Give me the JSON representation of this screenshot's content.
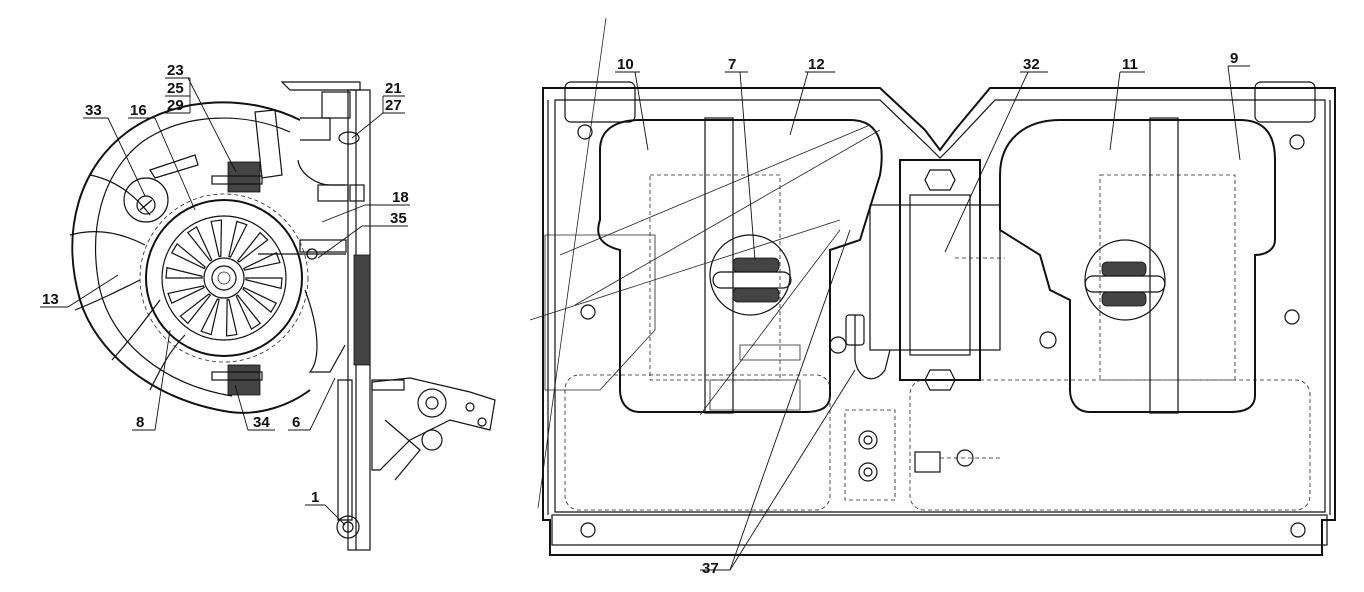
{
  "callouts": {
    "c1": "1",
    "c6": "6",
    "c7": "7",
    "c8": "8",
    "c9": "9",
    "c10": "10",
    "c11": "11",
    "c12": "12",
    "c13": "13",
    "c16": "16",
    "c18": "18",
    "c21": "21",
    "c23": "23",
    "c25": "25",
    "c27": "27",
    "c29": "29",
    "c32": "32",
    "c33": "33",
    "c34": "34",
    "c35": "35",
    "c37": "37"
  }
}
